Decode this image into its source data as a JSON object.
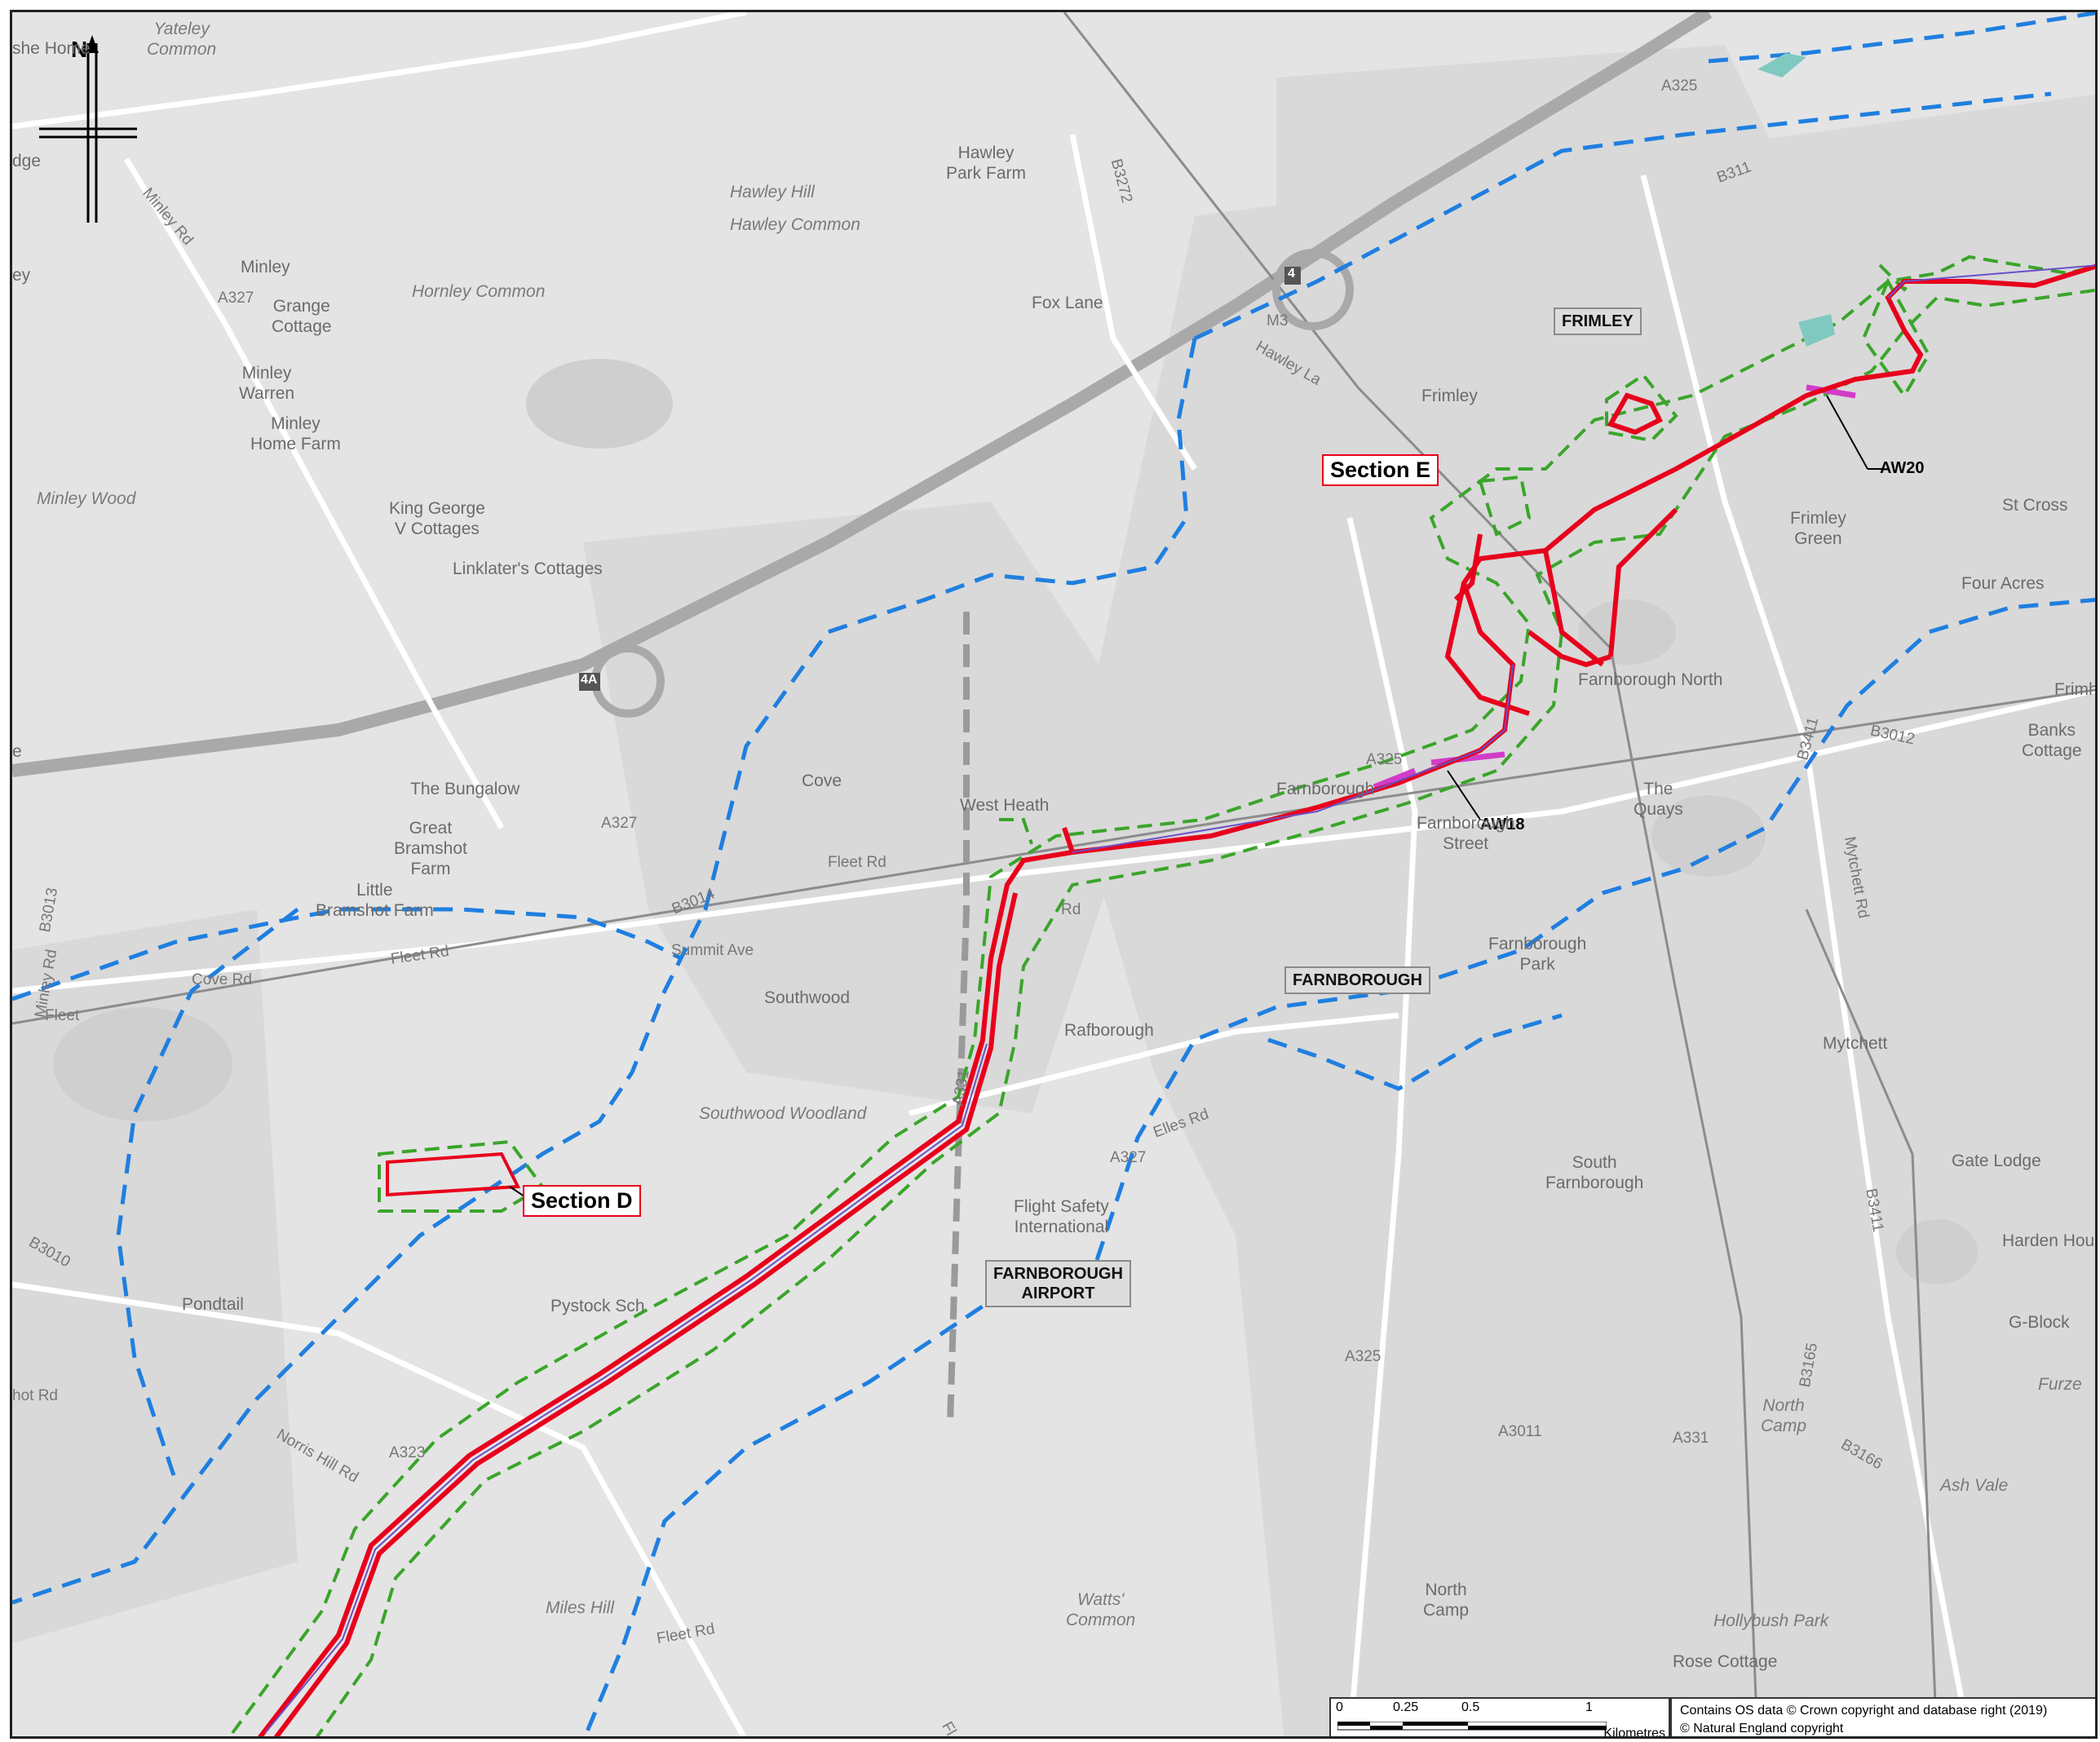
{
  "map": {
    "north_label": "N",
    "section_labels": [
      "Section E",
      "Section D"
    ],
    "aw_labels": [
      "AW20",
      "AW18"
    ],
    "town_boxes": [
      "FRIMLEY",
      "FARNBOROUGH",
      "FARNBOROUGH\nAIRPORT"
    ],
    "places": [
      "Yateley\nCommon",
      "Hawley\nPark Farm",
      "Hawley Hill",
      "Hawley Common",
      "Minley",
      "Grange\nCottage",
      "Hornley Common",
      "Fox Lane",
      "Minley\nWarren",
      "Minley\nHome Farm",
      "Minley Wood",
      "King George\nV Cottages",
      "Linklater's Cottages",
      "Frimley\nGreen",
      "St Cross",
      "Four Acres",
      "Banks\nCottage",
      "The\nQuays",
      "The Bungalow",
      "Great\nBramshot\nFarm",
      "Little\nBramshot Farm",
      "Cove",
      "West Heath",
      "Farnborough\nStreet",
      "Southwood",
      "Rafborough",
      "Farnborough\nPark",
      "Mytchett",
      "Southwood Woodland",
      "Flight Safety\nInternational",
      "South\nFarnborough",
      "Gate Lodge",
      "Harden House",
      "Pondtail",
      "Pystock Sch",
      "G-Block",
      "Furze",
      "North\nCamp",
      "Ash Vale",
      "Miles Hill",
      "Watts'\nCommon",
      "North\nCamp",
      "Hollybush Park",
      "Rose Cottage",
      "Farnborough North",
      "Frimley",
      "Farnborough",
      "Frimhu",
      "she Home",
      "dge",
      "ey",
      "e"
    ],
    "roads": [
      "A325",
      "B311",
      "B3272",
      "M3",
      "Hawley La",
      "A327",
      "Minley Rd",
      "A327",
      "Fleet Rd",
      "B3014",
      "Summit Ave",
      "Fleet Rd",
      "Cove Rd",
      "Fleet",
      "B3013",
      "Minley Rd",
      "A325",
      "B3411",
      "B3012",
      "Mytchett Rd",
      "Elles Rd",
      "A327",
      "B3010",
      "A323",
      "Norris Hill Rd",
      "hot Rd",
      "A325",
      "A3011",
      "A331",
      "B3165",
      "B3166",
      "B3411",
      "Fleet Rd",
      "Fl",
      "A331",
      "Rd"
    ],
    "junctions": [
      "4",
      "4A"
    ]
  },
  "scale_bar": {
    "ticks": [
      "0",
      "0.25",
      "0.5",
      "1"
    ],
    "units": "Kilometres"
  },
  "copyright": {
    "line1": "Contains OS data © Crown copyright and database right (2019)",
    "line2": "© Natural England copyright"
  },
  "colors": {
    "route_red": "#e8001c",
    "buffer_green": "#3aa52a",
    "boundary_blue": "#1f7fe0",
    "access_magenta": "#d23cc8",
    "purple_core": "#6a4fc9"
  }
}
